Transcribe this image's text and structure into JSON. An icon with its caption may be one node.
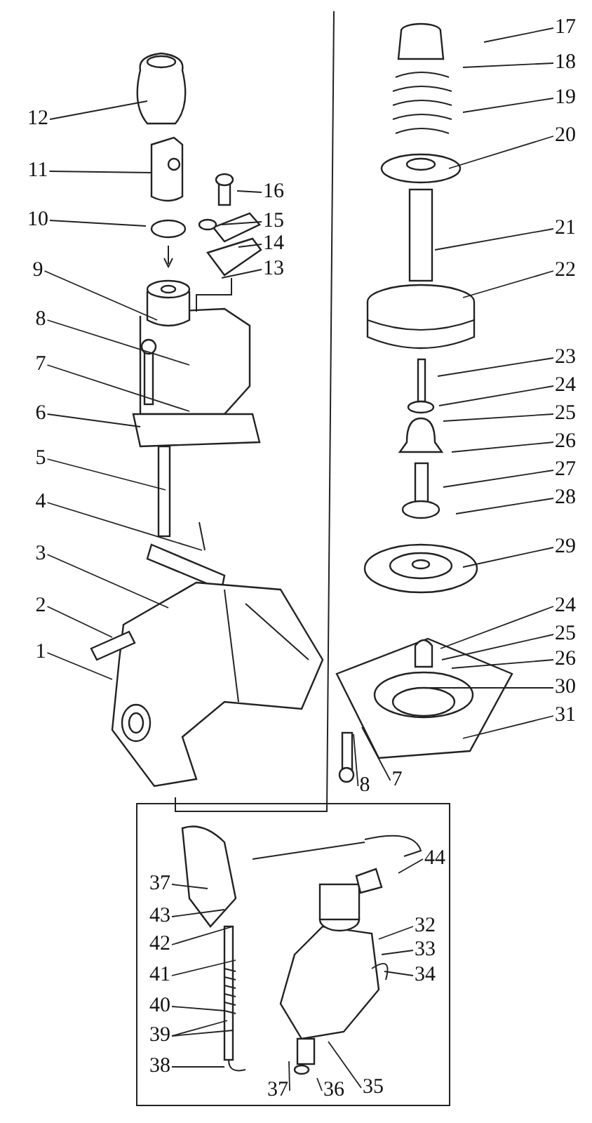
{
  "diagram": {
    "nodes": [
      {
        "text": [
          "12"
        ]
      },
      {
        "text": [
          "11"
        ]
      },
      {
        "text": [
          "10"
        ]
      },
      {
        "text": [
          "9"
        ]
      },
      {
        "text": [
          "8"
        ]
      },
      {
        "text": [
          "7"
        ]
      },
      {
        "text": [
          "6"
        ]
      },
      {
        "text": [
          "5"
        ]
      },
      {
        "text": [
          "4"
        ]
      },
      {
        "text": [
          "3"
        ]
      },
      {
        "text": [
          "2"
        ]
      },
      {
        "text": [
          "1"
        ]
      },
      {
        "text": [
          "16"
        ]
      },
      {
        "text": [
          "15"
        ]
      },
      {
        "text": [
          "14"
        ]
      },
      {
        "text": [
          "13"
        ]
      },
      {
        "text": [
          "17"
        ]
      },
      {
        "text": [
          "18"
        ]
      },
      {
        "text": [
          "19"
        ]
      },
      {
        "text": [
          "20"
        ]
      },
      {
        "text": [
          "21"
        ]
      },
      {
        "text": [
          "22"
        ]
      },
      {
        "text": [
          "23"
        ]
      },
      {
        "text": [
          "24"
        ]
      },
      {
        "text": [
          "25"
        ]
      },
      {
        "text": [
          "26"
        ]
      },
      {
        "text": [
          "27"
        ]
      },
      {
        "text": [
          "28"
        ]
      },
      {
        "text": [
          "29"
        ]
      },
      {
        "text": [
          "24"
        ]
      },
      {
        "text": [
          "25"
        ]
      },
      {
        "text": [
          "26"
        ]
      },
      {
        "text": [
          "30"
        ]
      },
      {
        "text": [
          "31"
        ]
      },
      {
        "text": [
          "8"
        ]
      },
      {
        "text": [
          "7"
        ]
      },
      {
        "text": [
          "37"
        ]
      },
      {
        "text": [
          "43"
        ]
      },
      {
        "text": [
          "42"
        ]
      },
      {
        "text": [
          "41"
        ]
      },
      {
        "text": [
          "40"
        ]
      },
      {
        "text": [
          "39"
        ]
      },
      {
        "text": [
          "38"
        ]
      },
      {
        "text": [
          "37"
        ]
      },
      {
        "text": [
          "36"
        ]
      },
      {
        "text": [
          "35"
        ]
      },
      {
        "text": [
          "44"
        ]
      },
      {
        "text": [
          "32"
        ]
      },
      {
        "text": [
          "33"
        ]
      },
      {
        "text": [
          "34"
        ]
      }
    ],
    "edges": [
      {
        "from": 0,
        "to": null,
        "arrow": "none"
      },
      {
        "from": 1,
        "to": null,
        "arrow": "none"
      },
      {
        "from": 2,
        "to": null,
        "arrow": "none"
      },
      {
        "from": 3,
        "to": null,
        "arrow": "none"
      },
      {
        "from": 4,
        "to": null,
        "arrow": "none"
      },
      {
        "from": 5,
        "to": null,
        "arrow": "none"
      },
      {
        "from": 6,
        "to": null,
        "arrow": "none"
      },
      {
        "from": 7,
        "to": null,
        "arrow": "none"
      },
      {
        "from": 8,
        "to": null,
        "arrow": "none"
      },
      {
        "from": 9,
        "to": null,
        "arrow": "none"
      },
      {
        "from": 10,
        "to": null,
        "arrow": "none"
      },
      {
        "from": 11,
        "to": null,
        "arrow": "none"
      },
      {
        "from": 12,
        "to": null,
        "arrow": "none"
      },
      {
        "from": 13,
        "to": null,
        "arrow": "none"
      },
      {
        "from": 14,
        "to": null,
        "arrow": "none"
      },
      {
        "from": 15,
        "to": null,
        "arrow": "none"
      },
      {
        "from": 16,
        "to": null,
        "arrow": "none"
      },
      {
        "from": 17,
        "to": null,
        "arrow": "none"
      },
      {
        "from": 18,
        "to": null,
        "arrow": "none"
      },
      {
        "from": 19,
        "to": null,
        "arrow": "none"
      },
      {
        "from": 20,
        "to": null,
        "arrow": "none"
      },
      {
        "from": 21,
        "to": null,
        "arrow": "none"
      },
      {
        "from": 22,
        "to": null,
        "arrow": "none"
      },
      {
        "from": 23,
        "to": null,
        "arrow": "none"
      },
      {
        "from": 24,
        "to": null,
        "arrow": "none"
      },
      {
        "from": 25,
        "to": null,
        "arrow": "none"
      },
      {
        "from": 26,
        "to": null,
        "arrow": "none"
      },
      {
        "from": 27,
        "to": null,
        "arrow": "none"
      },
      {
        "from": 28,
        "to": null,
        "arrow": "none"
      },
      {
        "from": 29,
        "to": null,
        "arrow": "none"
      },
      {
        "from": 30,
        "to": null,
        "arrow": "none"
      },
      {
        "from": 31,
        "to": null,
        "arrow": "none"
      },
      {
        "from": 32,
        "to": null,
        "arrow": "none"
      },
      {
        "from": 33,
        "to": null,
        "arrow": "none"
      },
      {
        "from": 34,
        "to": null,
        "arrow": "none"
      },
      {
        "from": 35,
        "to": null,
        "arrow": "none"
      },
      {
        "from": 36,
        "to": null,
        "arrow": "none"
      },
      {
        "from": 37,
        "to": null,
        "arrow": "none"
      },
      {
        "from": 38,
        "to": null,
        "arrow": "none"
      },
      {
        "from": 39,
        "to": null,
        "arrow": "none"
      },
      {
        "from": 40,
        "to": null,
        "arrow": "none"
      },
      {
        "from": 41,
        "to": null,
        "arrow": "none"
      },
      {
        "from": 41,
        "to": null,
        "arrow": "none"
      },
      {
        "from": 42,
        "to": null,
        "arrow": "none"
      },
      {
        "from": 43,
        "to": null,
        "arrow": "none"
      },
      {
        "from": 44,
        "to": null,
        "arrow": "none"
      },
      {
        "from": 45,
        "to": null,
        "arrow": "none"
      },
      {
        "from": 46,
        "to": null,
        "arrow": "none"
      },
      {
        "from": 47,
        "to": null,
        "arrow": "none"
      },
      {
        "from": 48,
        "to": null,
        "arrow": "none"
      },
      {
        "from": 49,
        "to": null,
        "arrow": "none"
      }
    ]
  }
}
